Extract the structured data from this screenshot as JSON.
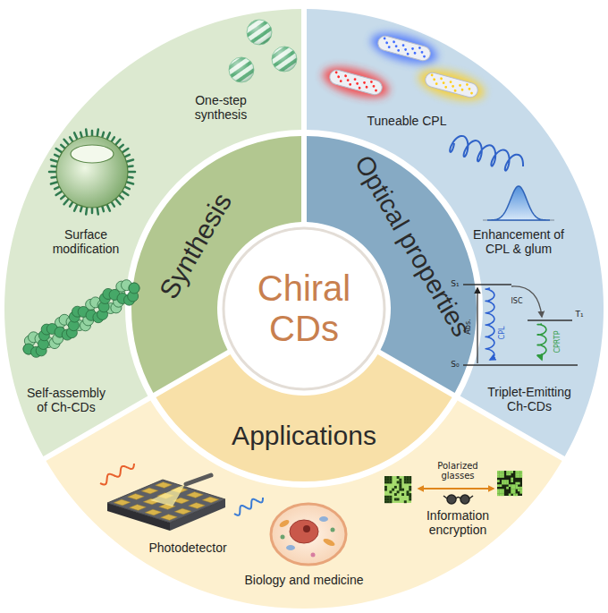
{
  "diagram": {
    "nodes": [
      {
        "text": [
          "Chiral CDs"
        ]
      },
      {
        "text": [
          "Synthesis"
        ]
      },
      {
        "text": [
          "Optical properties"
        ]
      },
      {
        "text": [
          "Applications"
        ]
      },
      {
        "text": [
          "One-step synthesis",
          "Surface modification",
          "Self-assembly of Ch-CDs"
        ]
      },
      {
        "text": [
          "Tuneable CPL",
          "Enhancement of CPL & glum",
          "Triplet-Emitting Ch-CDs"
        ]
      },
      {
        "text": [
          "Photodetector",
          "Biology and medicine",
          "Information encryption"
        ]
      }
    ],
    "labels": [
      "Polarized glasses",
      "S₁",
      "T₁",
      "S₀",
      "Abs.",
      "ISC",
      "CPL",
      "CPRTP"
    ]
  }
}
